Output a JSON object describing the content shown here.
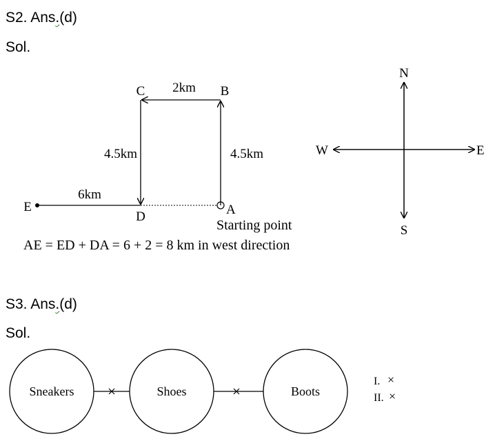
{
  "s2": {
    "ans_label": "S2. Ans",
    "ans_dot": ".",
    "ans_value": "(d)",
    "sol": "Sol.",
    "diagram": {
      "point_c": "C",
      "point_b": "B",
      "point_e": "E",
      "point_d": "D",
      "point_a": "A",
      "dist_cb": "2km",
      "dist_cd": "4.5km",
      "dist_ab": "4.5km",
      "dist_ed": "6km",
      "start_label": "Starting point",
      "equation": "AE = ED + DA = 6 + 2 = 8 km in west direction"
    },
    "compass": {
      "n": "N",
      "s": "S",
      "e": "E",
      "w": "W"
    }
  },
  "s3": {
    "ans_label": "S3. Ans",
    "ans_dot": ".",
    "ans_value": "(d)",
    "sol": "Sol.",
    "circles": [
      "Sneakers",
      "Shoes",
      "Boots"
    ],
    "conclusions": [
      {
        "num": "I.",
        "mark": "×"
      },
      {
        "num": "II.",
        "mark": "×"
      }
    ]
  }
}
